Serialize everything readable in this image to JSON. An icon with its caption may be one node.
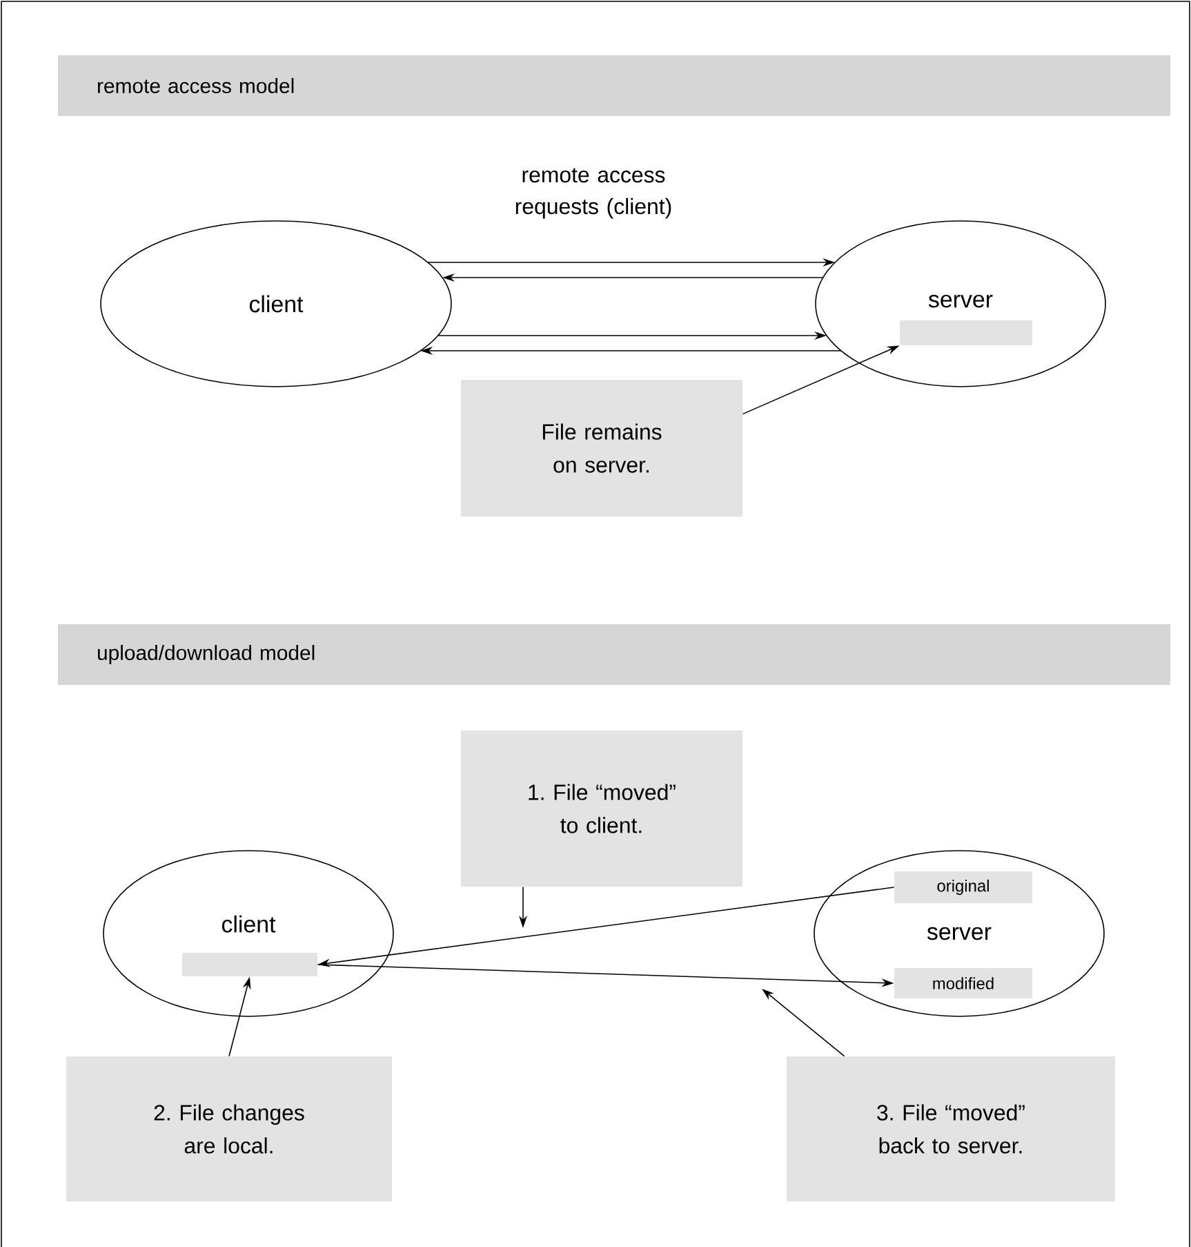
{
  "diagram": {
    "nodes": [
      {
        "text": [
          "remote access model"
        ]
      },
      {
        "text": [
          "client"
        ]
      },
      {
        "text": [
          "server"
        ]
      },
      {
        "text": [],
        "shape": "bar",
        "in": 2
      },
      {
        "text": [
          "File remains on server."
        ]
      },
      {
        "text": [
          "upload/download model"
        ]
      },
      {
        "text": [
          "client"
        ]
      },
      {
        "text": [],
        "shape": "bar",
        "in": 6
      },
      {
        "text": [
          "server"
        ]
      },
      {
        "text": [
          "original"
        ],
        "in": 8
      },
      {
        "text": [
          "modified"
        ],
        "in": 8
      },
      {
        "text": [
          "1. File “moved” to client."
        ]
      },
      {
        "text": [
          "2. File changes are local."
        ]
      },
      {
        "text": [
          "3. File “moved” back to server."
        ]
      }
    ],
    "edges": [
      {
        "from": 1,
        "to": 2,
        "arrow": "to",
        "label": "remote access requests (client)"
      },
      {
        "from": 2,
        "to": 1,
        "arrow": "to"
      },
      {
        "from": 1,
        "to": 2,
        "arrow": "to"
      },
      {
        "from": 2,
        "to": 1,
        "arrow": "to"
      },
      {
        "from": 4,
        "to": 3,
        "arrow": "to"
      },
      {
        "from": 9,
        "to": 7,
        "arrow": "to"
      },
      {
        "from": 7,
        "to": 10,
        "arrow": "to"
      },
      {
        "from": 11,
        "to": null,
        "arrow": "to"
      },
      {
        "from": 12,
        "to": 7,
        "arrow": "to"
      },
      {
        "from": 13,
        "to": null,
        "arrow": "to"
      }
    ]
  }
}
